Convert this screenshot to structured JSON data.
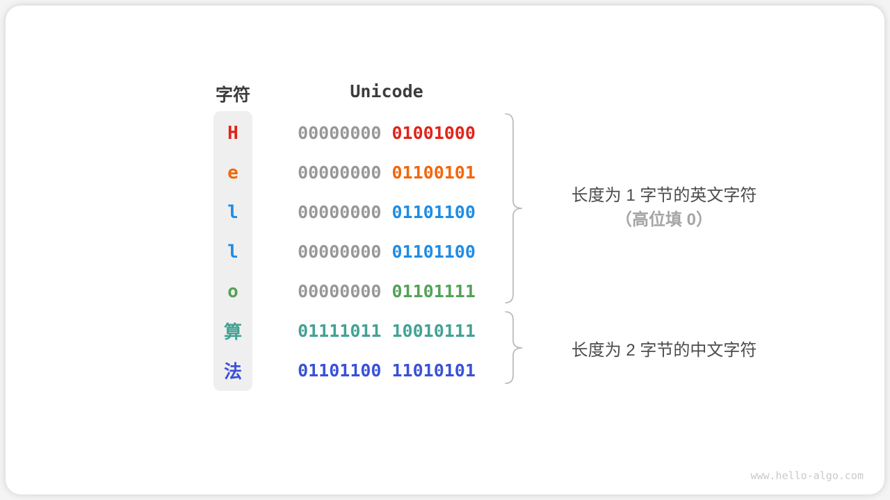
{
  "table": {
    "headers": {
      "char": "字符",
      "encoding": "Unicode"
    },
    "rows": [
      {
        "char": "H",
        "byte_high": "00000000",
        "byte_low": "01001000",
        "color": "#e0241a",
        "high_color": "#979797"
      },
      {
        "char": "e",
        "byte_high": "00000000",
        "byte_low": "01100101",
        "color": "#f2660d",
        "high_color": "#979797"
      },
      {
        "char": "l",
        "byte_high": "00000000",
        "byte_low": "01101100",
        "color": "#1f8ce4",
        "high_color": "#979797"
      },
      {
        "char": "l",
        "byte_high": "00000000",
        "byte_low": "01101100",
        "color": "#1f8ce4",
        "high_color": "#979797"
      },
      {
        "char": "o",
        "byte_high": "00000000",
        "byte_low": "01101111",
        "color": "#53a158",
        "high_color": "#979797"
      },
      {
        "char": "算",
        "byte_high": "01111011",
        "byte_low": "10010111",
        "color": "#43a294",
        "high_color": "#43a294"
      },
      {
        "char": "法",
        "byte_high": "01101100",
        "byte_low": "11010101",
        "color": "#3a50d9",
        "high_color": "#3a50d9"
      }
    ]
  },
  "annotations": {
    "english": {
      "line1": "长度为 1 字节的英文字符",
      "line2": "（高位填 0）"
    },
    "chinese": {
      "line1": "长度为 2 字节的中文字符"
    }
  },
  "watermark": "www.hello-algo.com",
  "colors": {
    "zero_pad_gray": "#979797",
    "brace": "#b4b4b4",
    "label_text": "#4b4b4b",
    "label_subtext": "#a5a5a5",
    "header_text": "#3c3c3c",
    "char_box_bg": "#efefef",
    "card_bg": "#ffffff",
    "page_bg": "#f4f4f4"
  }
}
